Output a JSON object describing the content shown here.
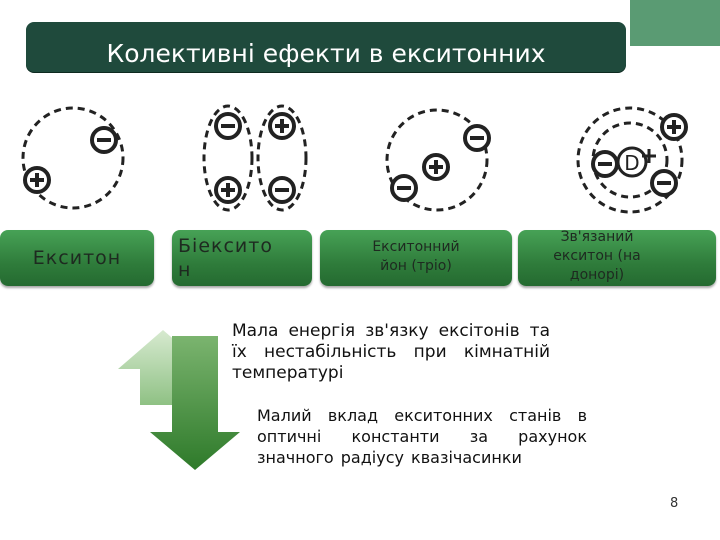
{
  "slide": {
    "title": "Колективні ефекти в екситонних\nсистемах",
    "page_number": "8"
  },
  "tabs": [
    {
      "label": "Екситон"
    },
    {
      "label": "Біексито\nн"
    },
    {
      "label": "Екситонний\nйон (тріо)"
    },
    {
      "label": "Зв'язаний\nекситон (на\nдонорі)"
    }
  ],
  "diagram_labels": {
    "donor": "D"
  },
  "notes": {
    "up_text": "Мала енергія зв'язку ексітонів та їх нестабільність при кімнатній температурі",
    "down_text": "Малий вклад екситонних станів в оптичні константи за рахунок значного радіусу квазічасинки"
  },
  "colors": {
    "title_bg": "#1f4a3c",
    "accent_green": "#5a9b73",
    "tab_green": "#3c9249"
  }
}
